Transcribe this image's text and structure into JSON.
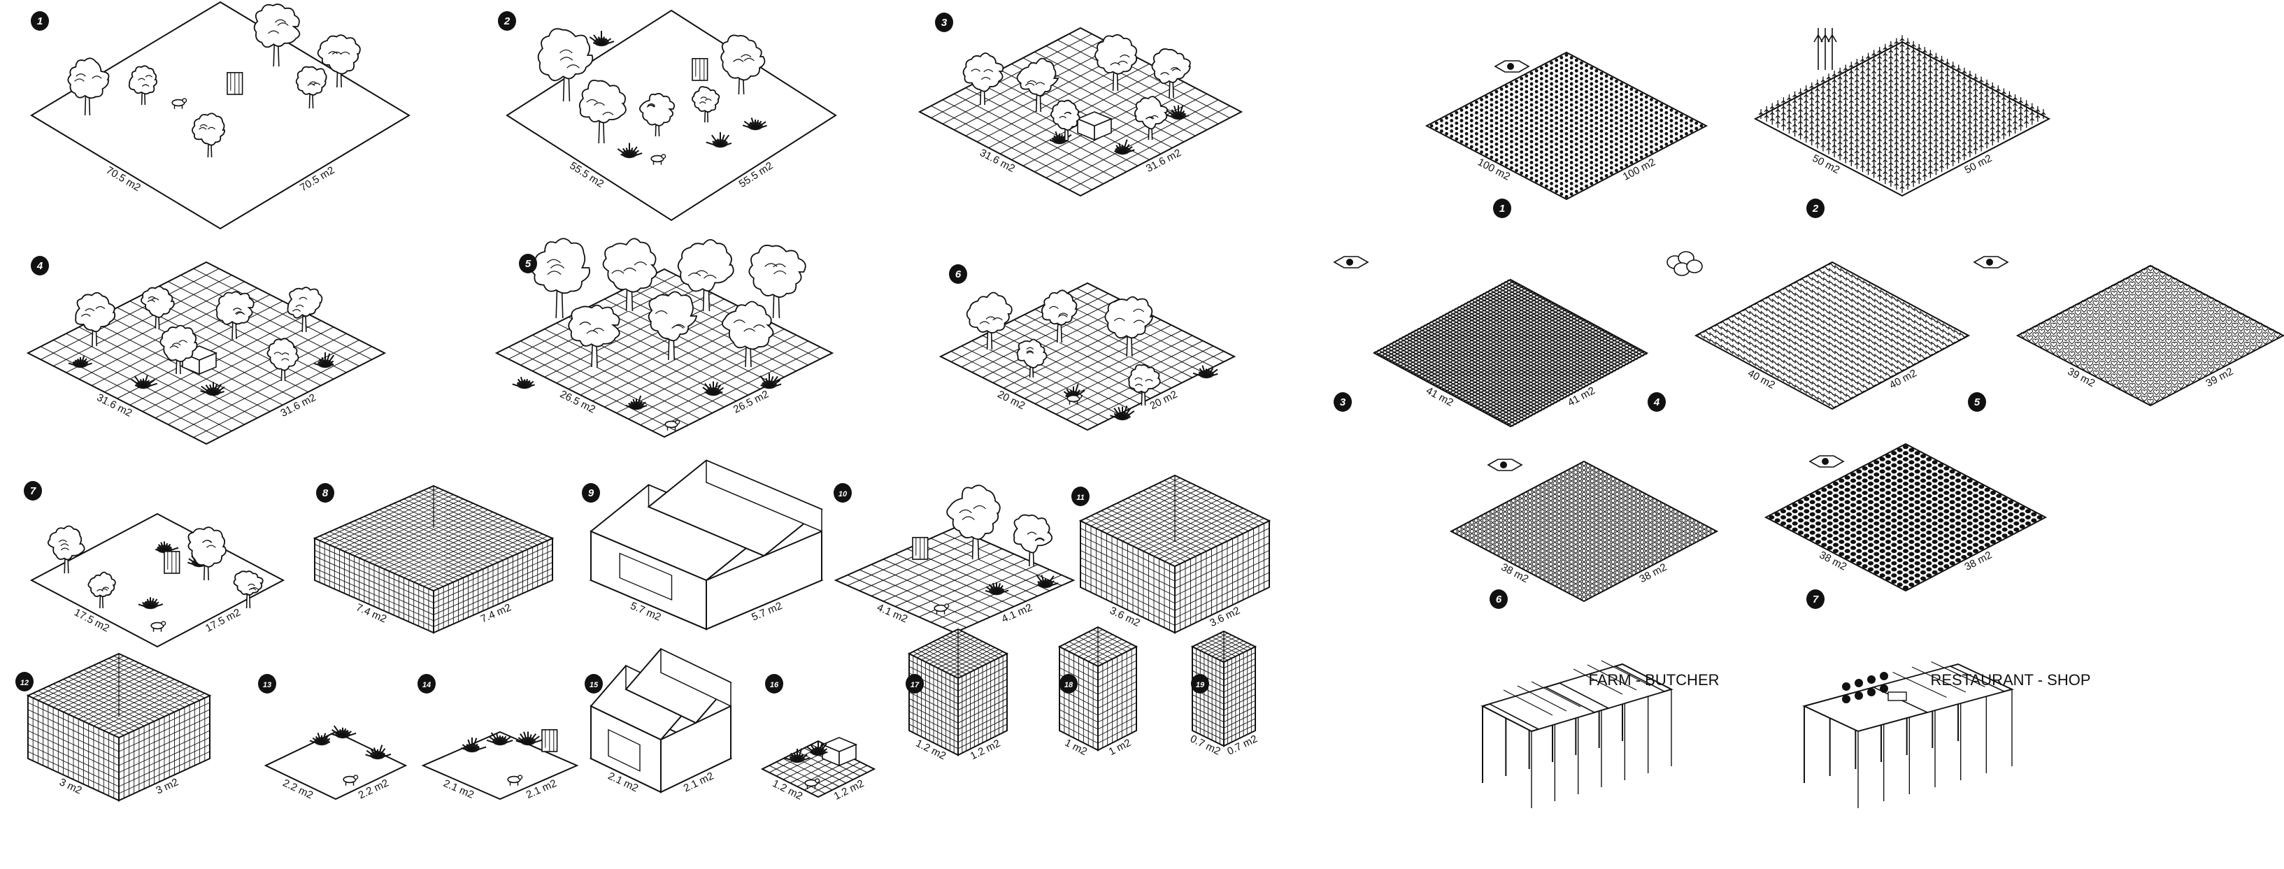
{
  "left_panels": [
    {
      "number": "1",
      "dims": [
        "70.5 m2",
        "70.5 m2"
      ]
    },
    {
      "number": "2",
      "dims": [
        "55.5 m2",
        "55.5 m2"
      ]
    },
    {
      "number": "3",
      "dims": [
        "31.6 m2",
        "31.6 m2"
      ]
    },
    {
      "number": "4",
      "dims": [
        "31.6 m2",
        "31.6 m2"
      ]
    },
    {
      "number": "5",
      "dims": [
        "26.5 m2",
        "26.5 m2"
      ]
    },
    {
      "number": "6",
      "dims": [
        "20 m2",
        "20 m2"
      ]
    },
    {
      "number": "7",
      "dims": [
        "17.5 m2",
        "17.5 m2"
      ]
    },
    {
      "number": "8",
      "dims": [
        "7.4 m2",
        "7.4 m2"
      ]
    },
    {
      "number": "9",
      "dims": [
        "5.7 m2",
        "5.7 m2"
      ]
    },
    {
      "number": "10",
      "dims": [
        "4.1 m2",
        "4.1 m2"
      ]
    },
    {
      "number": "11",
      "dims": [
        "3.6 m2",
        "3.6 m2"
      ]
    },
    {
      "number": "12",
      "dims": [
        "3 m2",
        "3 m2"
      ]
    },
    {
      "number": "13",
      "dims": [
        "2.2 m2",
        "2.2 m2"
      ]
    },
    {
      "number": "14",
      "dims": [
        "2.1 m2",
        "2.1 m2"
      ]
    },
    {
      "number": "15",
      "dims": [
        "2.1 m2",
        "2.1 m2"
      ]
    },
    {
      "number": "16",
      "dims": [
        "1.2 m2",
        "1.2 m2"
      ]
    },
    {
      "number": "17",
      "dims": [
        "1.2 m2",
        "1.2 m2"
      ]
    },
    {
      "number": "18",
      "dims": [
        "1 m2",
        "1 m2"
      ]
    },
    {
      "number": "19",
      "dims": [
        "0.7 m2",
        "0.7 m2"
      ]
    }
  ],
  "right_panels": [
    {
      "number": "1",
      "dims": [
        "100 m2",
        "100 m2"
      ]
    },
    {
      "number": "2",
      "dims": [
        "50 m2",
        "50 m2"
      ]
    },
    {
      "number": "3",
      "dims": [
        "41 m2",
        "41 m2"
      ]
    },
    {
      "number": "4",
      "dims": [
        "40 m2",
        "40 m2"
      ]
    },
    {
      "number": "5",
      "dims": [
        "39 m2",
        "39 m2"
      ]
    },
    {
      "number": "6",
      "dims": [
        "38 m2",
        "38 m2"
      ]
    },
    {
      "number": "7",
      "dims": [
        "38 m2",
        "38 m2"
      ]
    }
  ],
  "buildings": [
    {
      "label": "FARM - BUTCHER"
    },
    {
      "label": "RESTAURANT - SHOP"
    }
  ],
  "colors": {
    "ink": "#111111",
    "paper": "#ffffff"
  }
}
